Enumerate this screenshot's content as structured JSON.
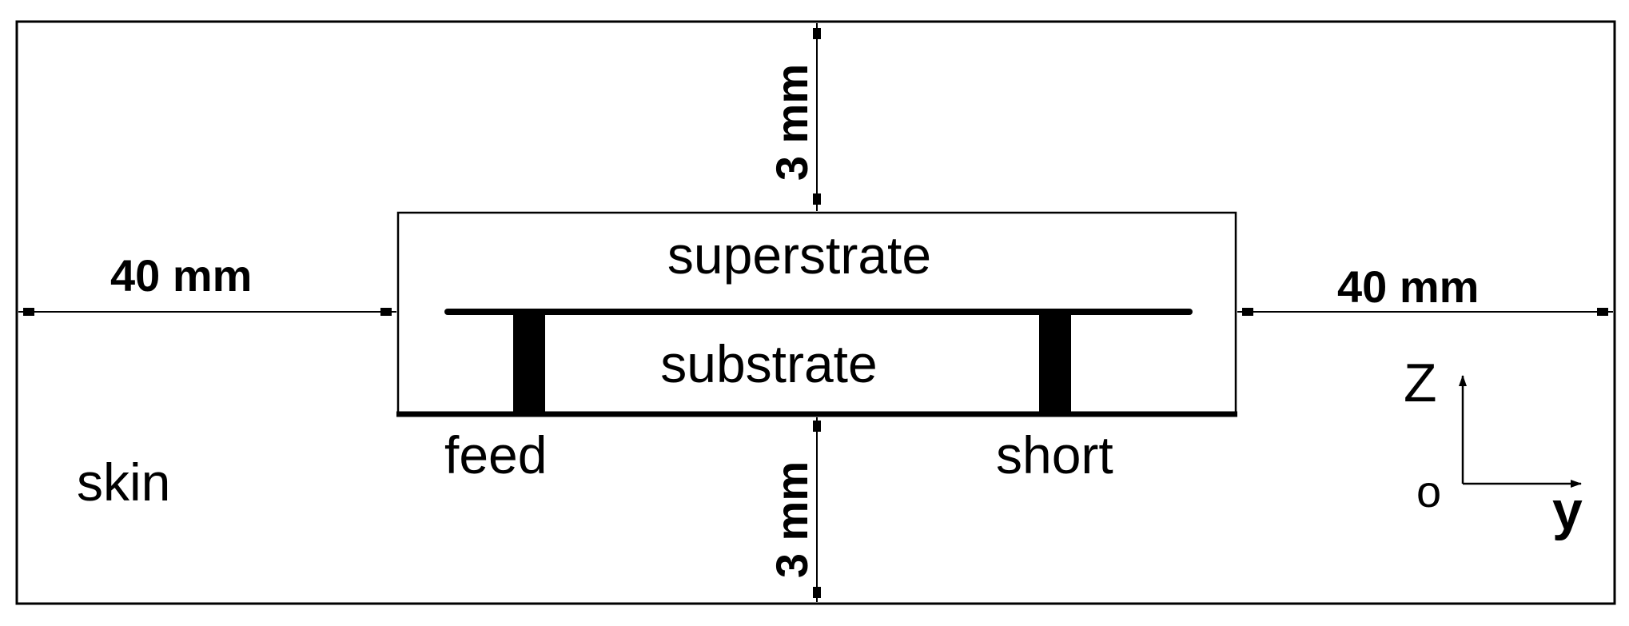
{
  "labels": {
    "superstrate": "superstrate",
    "substrate": "substrate",
    "skin": "skin",
    "feed": "feed",
    "short": "short",
    "dim_left": "40 mm",
    "dim_right": "40 mm",
    "dim_top": "3 mm",
    "dim_bottom": "3 mm"
  },
  "axes": {
    "z": "Z",
    "origin": "o",
    "y": "y"
  },
  "colors": {
    "stroke": "#000000",
    "background": "#ffffff"
  }
}
